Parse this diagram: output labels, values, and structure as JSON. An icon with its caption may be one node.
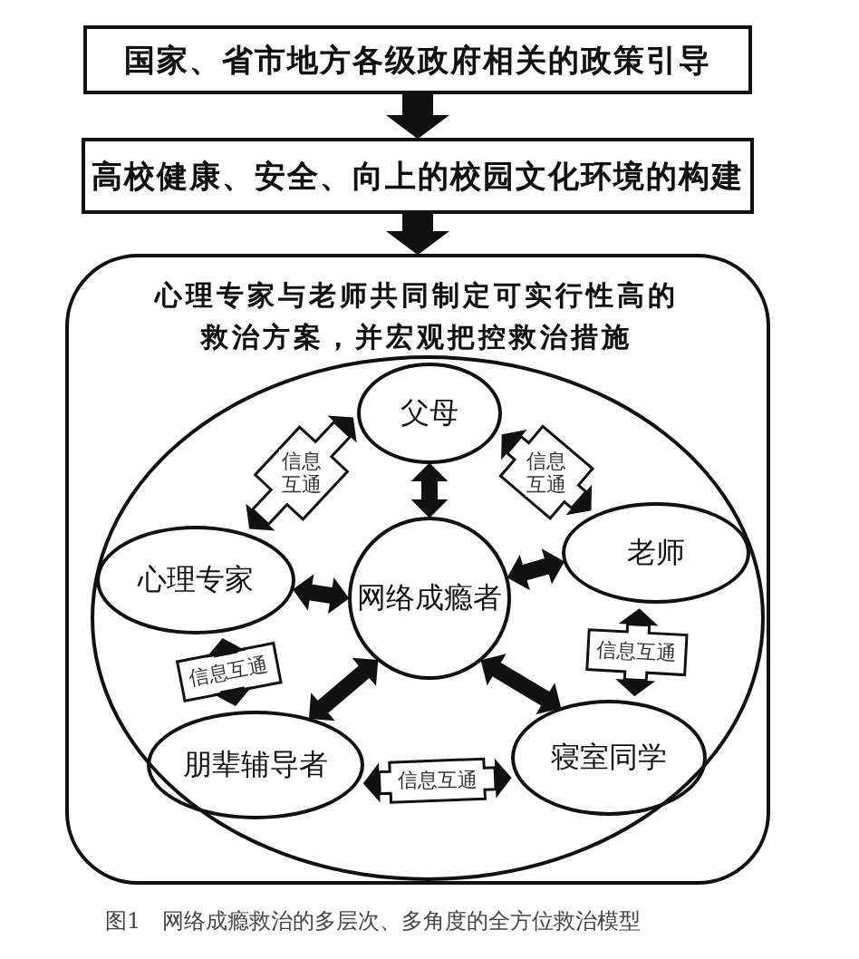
{
  "diagram": {
    "caption": "图1　网络成瘾救治的多层次、多角度的全方位救治模型",
    "nodes": [
      {
        "text": [
          "国家、省市地方各级政府相关的政策引导"
        ]
      },
      {
        "text": [
          "高校健康、安全、向上的校园文化环境的构建"
        ]
      },
      {
        "text": [
          "心理专家与老师共同制定可实行性高的救治方案，并宏观把控救治措施"
        ]
      },
      {
        "text": [],
        "shape": "circle",
        "in": 2
      },
      {
        "text": [
          "父母"
        ],
        "in": 3
      },
      {
        "text": [
          "心理专家"
        ],
        "in": 3
      },
      {
        "text": [
          "网络成瘾者"
        ],
        "in": 3
      },
      {
        "text": [
          "老师"
        ],
        "in": 3
      },
      {
        "text": [
          "朋辈辅导者"
        ],
        "in": 3
      },
      {
        "text": [
          "寝室同学"
        ],
        "in": 3
      }
    ],
    "edges": [
      {
        "from": 0,
        "to": 1,
        "arrow": "to",
        "style": "thick"
      },
      {
        "from": 1,
        "to": 2,
        "arrow": "to",
        "style": "thick"
      },
      {
        "from": 4,
        "to": 6,
        "arrow": "both",
        "style": "thick"
      },
      {
        "from": 5,
        "to": 6,
        "arrow": "both",
        "style": "thick"
      },
      {
        "from": 7,
        "to": 6,
        "arrow": "both",
        "style": "thick"
      },
      {
        "from": 8,
        "to": 6,
        "arrow": "both",
        "style": "thick"
      },
      {
        "from": 9,
        "to": 6,
        "arrow": "both",
        "style": "thick"
      },
      {
        "from": 5,
        "to": 4,
        "arrow": "both",
        "label": "信息互通"
      },
      {
        "from": 4,
        "to": 7,
        "arrow": "both",
        "label": "信息互通"
      },
      {
        "from": 7,
        "to": 9,
        "arrow": "both",
        "label": "信息互通"
      },
      {
        "from": 5,
        "to": 8,
        "arrow": "both",
        "label": "信息互通"
      },
      {
        "from": 8,
        "to": 9,
        "arrow": "both",
        "label": "信息互通"
      }
    ]
  }
}
